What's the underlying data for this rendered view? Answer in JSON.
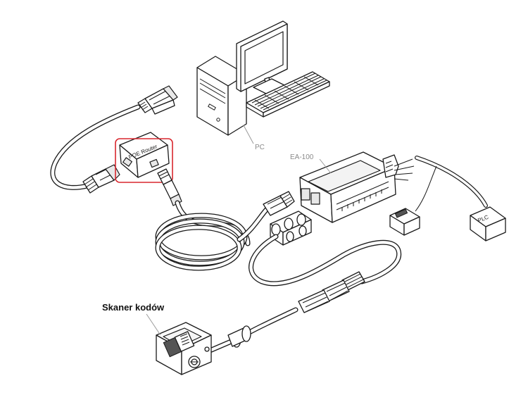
{
  "labels": {
    "pc": "PC",
    "ea100": "EA-100",
    "poe_router": "POE Router",
    "plc": "PLC",
    "scanner": "Skaner kodów"
  },
  "colors": {
    "highlight": "#d9272e",
    "line": "#1a1a1a",
    "leader": "#9a9a9a"
  }
}
